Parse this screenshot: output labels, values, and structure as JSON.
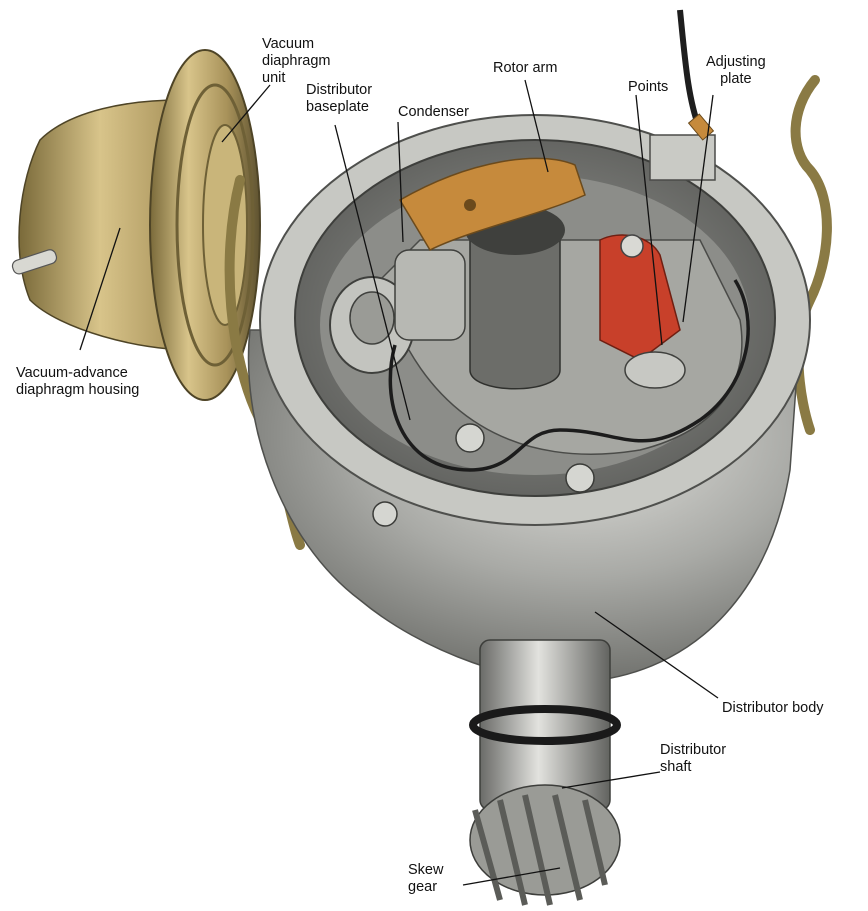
{
  "labels": {
    "vacuum_unit": "Vacuum\ndiaphragm\nunit",
    "baseplate": "Distributor\nbaseplate",
    "condenser": "Condenser",
    "rotor_arm": "Rotor arm",
    "points": "Points",
    "adjusting_plate": "Adjusting\nplate",
    "vacuum_housing": "Vacuum-advance\ndiaphragm housing",
    "distributor_body": "Distributor body",
    "distributor_shaft": "Distributor\nshaft",
    "skew_gear": "Skew\ngear"
  },
  "colors": {
    "brass": "#b8a060",
    "steel": "#a9aaa8",
    "steel_dark": "#6f706d",
    "contact_red": "#c8402a",
    "copper": "#c68a3c"
  }
}
